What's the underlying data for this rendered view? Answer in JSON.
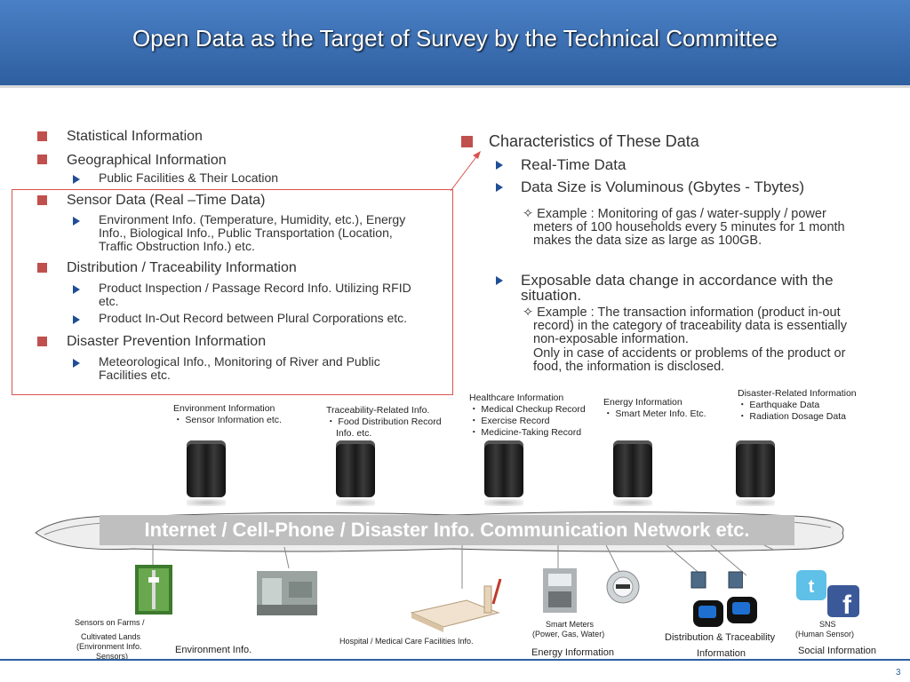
{
  "title": "Open Data as the Target of Survey by the Technical Committee",
  "left": {
    "statistical": "Statistical Information",
    "geographical": "Geographical Information",
    "geo_sub": "Public Facilities & Their Location",
    "sensor": "Sensor Data (Real –Time Data)",
    "sensor_sub_l1": "Environment Info. (Temperature, Humidity, etc.), Energy",
    "sensor_sub_l2": "Info., Biological Info., Public Transportation (Location,",
    "sensor_sub_l3": "Traffic Obstruction Info.) etc.",
    "distribution": "Distribution / Traceability Information",
    "dist_sub1_l1": "Product Inspection / Passage Record Info. Utilizing RFID",
    "dist_sub1_l2": "etc.",
    "dist_sub2": "Product In-Out Record between Plural Corporations etc.",
    "disaster": "Disaster Prevention Information",
    "dis_sub_l1": "Meteorological Info., Monitoring of River and Public",
    "dis_sub_l2": "Facilities etc."
  },
  "right": {
    "heading": "Characteristics of These Data",
    "realtime": "Real-Time Data",
    "size": "Data Size is Voluminous (Gbytes - Tbytes)",
    "ex1_l1": "✧ Example : Monitoring of gas / water-supply / power",
    "ex1_l2": "meters of 100 households every 5 minutes for 1 month",
    "ex1_l3": "makes the data size as large as 100GB.",
    "expos_l1": "Exposable data change in accordance with the",
    "expos_l2": "situation.",
    "ex2_l1": "✧ Example : The transaction information (product in-out",
    "ex2_l2": "record) in the category of traceability data is essentially",
    "ex2_l3": "non-exposable information.",
    "ex2_l4": "Only in case of accidents or problems of the product or",
    "ex2_l5": "food, the information is disclosed."
  },
  "servers": {
    "env_t": "Environment Information",
    "env_1": "・ Sensor Information etc.",
    "trace_t": "Traceability-Related Info.",
    "trace_1": "・ Food Distribution Record",
    "trace_2": "Info. etc.",
    "health_t": "Healthcare Information",
    "health_1": "・ Medical Checkup Record",
    "health_2": "・ Exercise Record",
    "health_3": "・ Medicine-Taking Record",
    "energy_t": "Energy Information",
    "energy_1": "・ Smart Meter Info. Etc.",
    "disaster_t": "Disaster-Related Information",
    "disaster_1": "・ Earthquake Data",
    "disaster_2": "・ Radiation Dosage Data"
  },
  "network": "Internet / Cell-Phone / Disaster Info. Communication Network etc.",
  "devices": {
    "farm_1": "Sensors on Farms /",
    "farm_2": "Cultivated Lands",
    "farm_3": "(Environment Info.",
    "farm_4": "Sensors)",
    "env": "Environment Info.",
    "hospital": "Hospital / Medical Care Facilities Info.",
    "meters_1": "Smart Meters",
    "meters_2": "(Power, Gas, Water)",
    "energy": "Energy Information",
    "dist_1": "Distribution & Traceability",
    "dist_2": "Information",
    "sns_1": "SNS",
    "sns_2": "(Human Sensor)",
    "social": "Social Information"
  },
  "page_number": "3"
}
